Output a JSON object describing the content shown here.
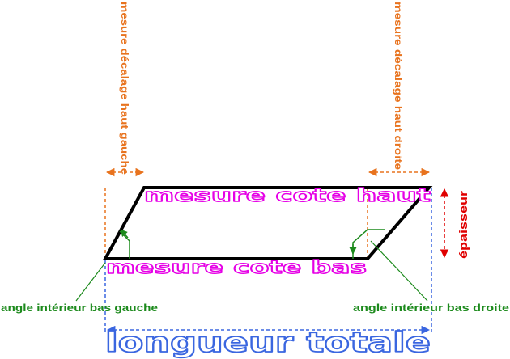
{
  "labels": {
    "offset_top_left": "mesure décalage haut gauche",
    "offset_top_right": "mesure décalage haut droite",
    "top_side": "mesure cote haut",
    "bottom_side": "mesure cote bas",
    "thickness": "épaisseur",
    "angle_bottom_left": "angle intérieur bas gauche",
    "angle_bottom_right": "angle intérieur bas droite",
    "total_length": "longueur totale"
  },
  "colors": {
    "offset": "#e8731e",
    "side_label": "#e600e6",
    "thickness": "#e00000",
    "angle": "#1c8a1c",
    "total": "#3a66e0",
    "shape": "#000000"
  }
}
